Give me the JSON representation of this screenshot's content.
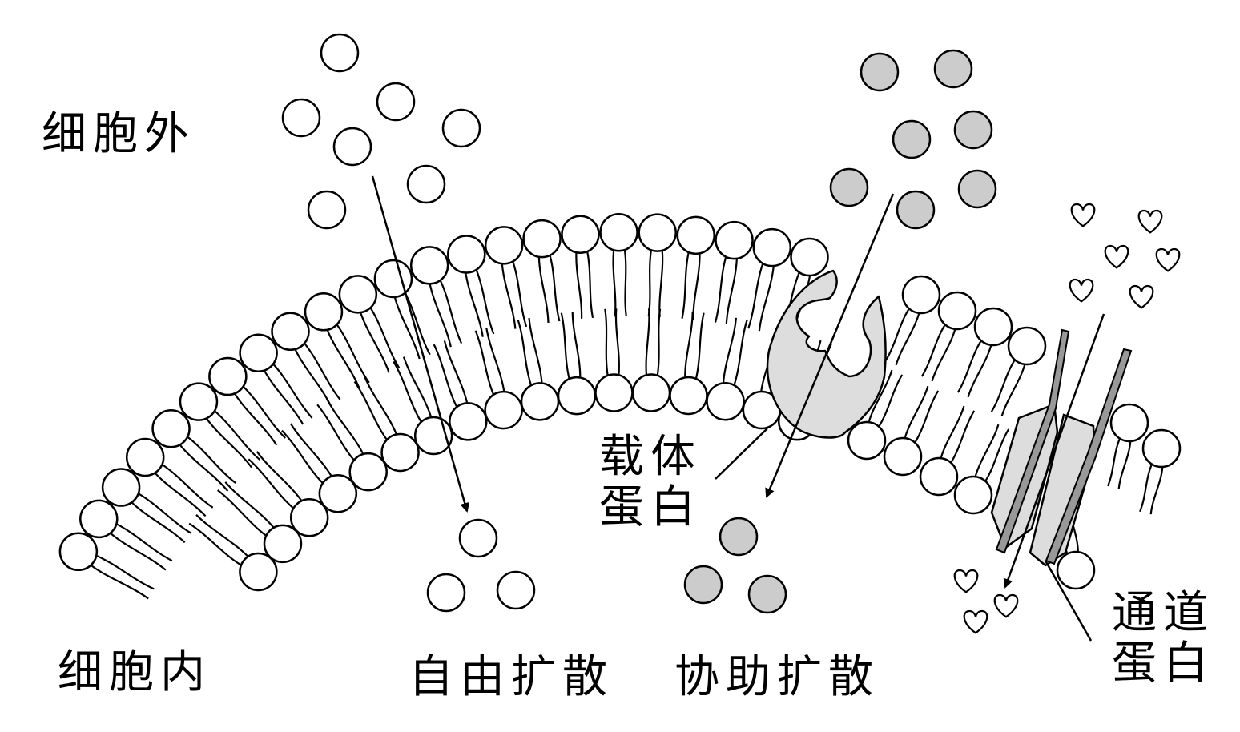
{
  "labels": {
    "outside": "细胞外",
    "inside": "细胞内",
    "free_diffusion": "自由扩散",
    "facilitated_diffusion": "协助扩散",
    "carrier_protein_line1": "载体",
    "carrier_protein_line2": "蛋白",
    "channel_protein_line1": "通道",
    "channel_protein_line2": "蛋白"
  },
  "colors": {
    "free_molecule": "#ffffff",
    "carrier_molecule": "#cccccc",
    "protein_fill": "#dddddd",
    "channel_wall": "#999999",
    "stroke": "#000000"
  }
}
